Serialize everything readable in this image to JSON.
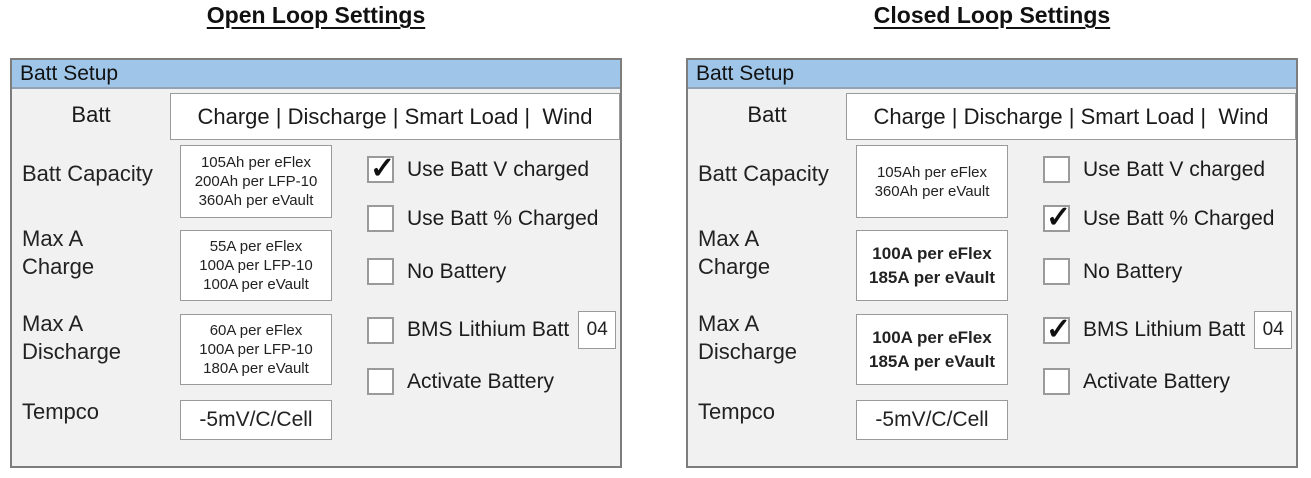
{
  "page": {
    "left_title": "Open Loop Settings",
    "right_title": "Closed Loop Settings"
  },
  "colors": {
    "titlebar_blue": "#9fc5e8",
    "panel_bg": "#f1f1f1",
    "panel_border": "#7d7d7d",
    "box_border": "#9a9a9a"
  },
  "panels": [
    {
      "window_title": "Batt Setup",
      "tab_selected": "Batt",
      "tab_group": "Charge | Discharge | Smart Load |  Wind",
      "fields": [
        {
          "label": "Batt Capacity",
          "value": "105Ah per eFlex\n200Ah per LFP-10\n360Ah per eVault",
          "bold": false
        },
        {
          "label": "Max A\nCharge",
          "value": "55A per eFlex\n100A per LFP-10\n100A per eVault",
          "bold": false
        },
        {
          "label": "Max A\nDischarge",
          "value": "60A per eFlex\n100A per LFP-10\n180A per eVault",
          "bold": false
        },
        {
          "label": "Tempco",
          "value": "-5mV/C/Cell",
          "bold": false
        }
      ],
      "checkboxes": [
        {
          "label": "Use Batt V charged",
          "checked": true
        },
        {
          "label": "Use Batt % Charged",
          "checked": false
        },
        {
          "label": "No Battery",
          "checked": false
        },
        {
          "label": "BMS Lithium Batt",
          "checked": false,
          "extra_value": "04"
        },
        {
          "label": "Activate Battery",
          "checked": false
        }
      ]
    },
    {
      "window_title": "Batt Setup",
      "tab_selected": "Batt",
      "tab_group": "Charge | Discharge | Smart Load |  Wind",
      "fields": [
        {
          "label": "Batt Capacity",
          "value": "105Ah per eFlex\n360Ah per eVault",
          "bold": false
        },
        {
          "label": "Max A\nCharge",
          "value": "100A per eFlex\n185A per eVault",
          "bold": true
        },
        {
          "label": "Max A\nDischarge",
          "value": "100A per eFlex\n185A per eVault",
          "bold": true
        },
        {
          "label": "Tempco",
          "value": "-5mV/C/Cell",
          "bold": false
        }
      ],
      "checkboxes": [
        {
          "label": "Use Batt V charged",
          "checked": false
        },
        {
          "label": "Use Batt % Charged",
          "checked": true
        },
        {
          "label": "No Battery",
          "checked": false
        },
        {
          "label": "BMS Lithium Batt",
          "checked": true,
          "extra_value": "04"
        },
        {
          "label": "Activate Battery",
          "checked": false
        }
      ]
    }
  ]
}
